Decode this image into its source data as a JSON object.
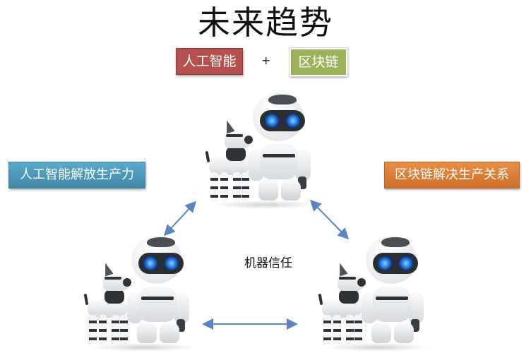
{
  "title": "未来趋势",
  "top_tags": {
    "ai": {
      "label": "人工智能",
      "color": "#b5504c"
    },
    "plus": "+",
    "blockchain": {
      "label": "区块链",
      "color": "#9bb25b"
    }
  },
  "side_labels": {
    "left": {
      "label": "人工智能解放生产力",
      "color": "#4e9bbd"
    },
    "right": {
      "label": "区块链解决生产关系",
      "color": "#df8036"
    }
  },
  "center_label": "机器信任",
  "arrow_color": "#5b84c4",
  "nodes": [
    {
      "id": "top",
      "icon": "robot-with-dog"
    },
    {
      "id": "bottom-left",
      "icon": "robot-with-dog"
    },
    {
      "id": "bottom-right",
      "icon": "robot-with-dog"
    }
  ]
}
